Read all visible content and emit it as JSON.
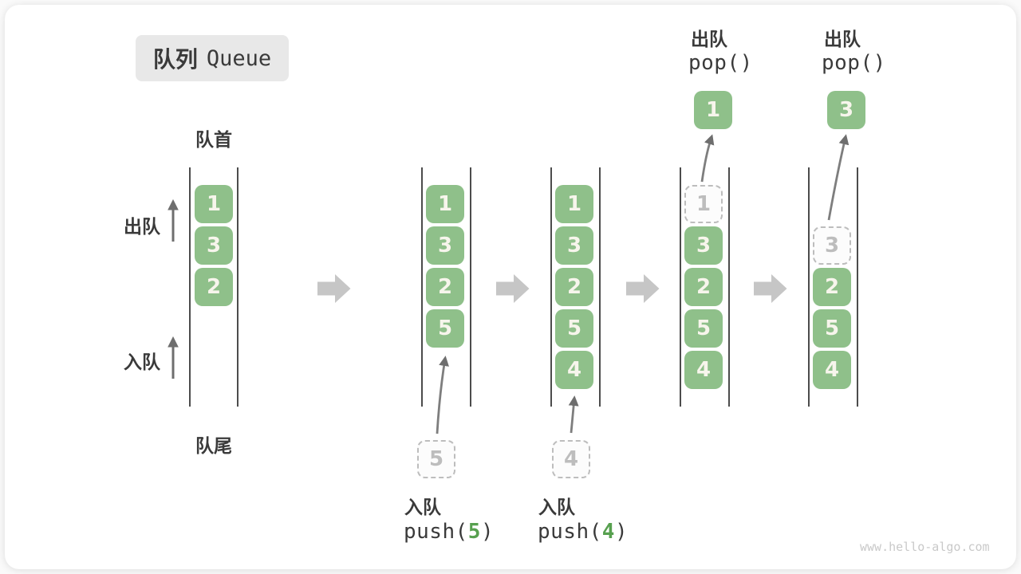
{
  "title": {
    "cjk": "队列",
    "latin": "Queue"
  },
  "labels": {
    "front": "队首",
    "rear": "队尾",
    "dequeue": "出队",
    "enqueue": "入队"
  },
  "states": [
    {
      "solid": [
        "1",
        "3",
        "2"
      ]
    },
    {
      "solid": [
        "1",
        "3",
        "2",
        "5"
      ]
    },
    {
      "solid": [
        "1",
        "3",
        "2",
        "5",
        "4"
      ]
    },
    {
      "ghost": "1",
      "solid": [
        "3",
        "2",
        "5",
        "4"
      ]
    },
    {
      "ghost": "3",
      "solid": [
        "2",
        "5",
        "4"
      ]
    }
  ],
  "push_ops": [
    {
      "label": "入队",
      "code_prefix": "push(",
      "arg": "5",
      "code_suffix": ")",
      "ghost_value": "5"
    },
    {
      "label": "入队",
      "code_prefix": "push(",
      "arg": "4",
      "code_suffix": ")",
      "ghost_value": "4"
    }
  ],
  "pop_ops": [
    {
      "label": "出队",
      "code": "pop()",
      "value": "1"
    },
    {
      "label": "出队",
      "code": "pop()",
      "value": "3"
    }
  ],
  "colors": {
    "box_green": "#8FC08A",
    "arg_green": "#57A04F",
    "flow_arrow": "#C6C6C6",
    "thin_arrow": "#7E7E7E",
    "direction_arrow": "#6E6E6E",
    "wall": "#4C4C4C",
    "text": "#3A3A3A",
    "ghost": "#BDBDBD"
  },
  "watermark": "www.hello-algo.com"
}
